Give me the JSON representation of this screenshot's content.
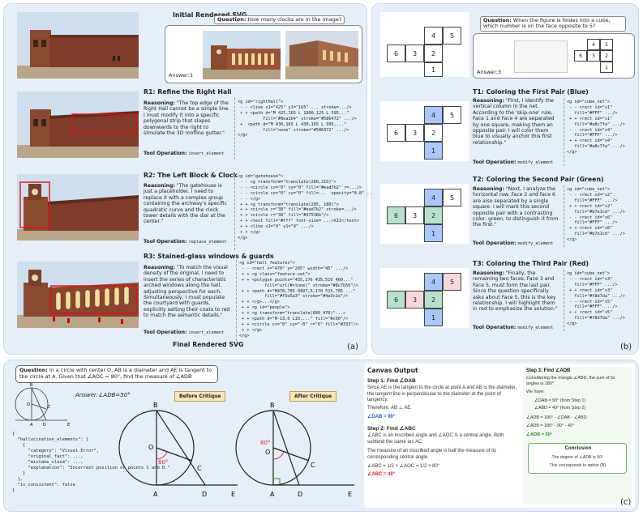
{
  "panel_a": {
    "label": "(a)",
    "initial_title": "Initial Rendered SVG",
    "final_title": "Final Rendered SVG",
    "question_label": "Question:",
    "question": "How many clocks are in the image?",
    "answer": "Answer:1",
    "rounds": [
      {
        "title": "R1: Refine the Right Hall",
        "reasoning_label": "Reasoning:",
        "reasoning": "\"The top edge of the Right Hall cannot be a simple line. I must modify it into a specific polygonal strip that slopes downwards to the right to simulate the 3D roofline gutter.\"",
        "tool_label": "Tool Operation:",
        "tool": "insert_element",
        "code": "<g id=\"rightHall\">\n - - <line x1=\"425\" y1=\"165\" ... stroke=.../>\n + + <path d=\"M 425,165 L 1000,125 L 595...\"\n          fill=\"#8ea1b4\" stroke=\"#586472\" .../>\n +  <path d=\"M 430,165 L 430,165 L 995,...\"\n          fill=\"none\" stroke=\"#586472\" .../>\n</g>"
      },
      {
        "title": "R2: The Left Block & Clock",
        "reasoning_label": "Reasoning:",
        "reasoning": "\"The gatehouse is just a placeholder. I need to replace it with a complex group containing the archway's specific quadratic curve and the clock tower details with the dial at the center.\"",
        "tool_label": "Tool Operation:",
        "tool": "replace_element",
        "code": "<g id=\"gatehouse\">\n - - <g transform=\"translate(280,210)\">\n - - <circle cx=\"0\" cy=\"0\" fill=\"#ead7b2\" r=.../>\n - - <circle cx=\"0\" cy=\"0\" fill=...  opacity=\"0.8\" .../>\n - - </g>\n + + <g transform=\"translate(285, 180)\">\n + + <circle r=\"38\" fill=\"#ead7b2\" stroke=.../>\n + + <circle r=\"30\" fill=\"#37536b\"/>\n + + <text fill=\"#fff\" font-size= ...>XII</text>\n + + <line x1=\"0\" y1=\"0\" .../>\n + + </g>\n</g>"
      },
      {
        "title": "R3: Stained-glass windows & guards",
        "reasoning_label": "Reasoning:",
        "reasoning": "\"To match the visual density of the original, I need to insert the series of characteristic arched windows along the hall, adjusting perspective for each. Simultaneously, I must populate the courtyard with guards, explicitly setting their coats to red to match the semantic details.\"",
        "tool_label": "Tool Operation:",
        "tool": "insert_element",
        "code": "<g id=\"hall_features\">\n - - <rect x=\"470\" y=\"205\" width=\"45\" .../>\n + + <g class=\"feature-set\">\n + + <polygon points=\"435,176 435,510 460...\"\n          fill=\"url(#stone)\" stroke=\"#8c7b50\"/>\n + + <path d=\"M470,705 Q497,5,170 515,705 ...\"\n          fill=\"#f5e5a3\" stroke=\"#4a3c2a\"/>\n + + </g>...</g>\n + + <g id=\"people\">\n + + <g transform=\"translate(680 470)\"...>\n + + <path d=\"M-13,0 L10,...\" fill=\"#c00\"/>\n + + <circle cx=\"0\" cy=\"-8\" r=\"6\" fill=\"#333\"/>\n + + </g>\n</g>"
      }
    ]
  },
  "panel_b": {
    "label": "(b)",
    "question_label": "Question:",
    "question": "When the figure is foldes into a cube, which number is on the face opposite to 5?",
    "answer": "Answer:3",
    "net_numbers": [
      "4",
      "5",
      "6",
      "3",
      "2",
      "1"
    ],
    "steps": [
      {
        "title": "T1: Coloring the First Pair (Blue)",
        "reasoning_label": "Reasoning:",
        "reasoning": "\"First, I identify the vertical column in the net. According to the 'skip-one' rule, Face 1 and Face 4 are separated by one square, making them an opposite pair. I will color them blue to visually anchor this first relationship.\"",
        "tool_label": "Tool Operation:",
        "tool": "modify_element",
        "code": "<g id=\"cube_net\">\n - - <rect id=\"s1\"\n   fill=\"#FFF\" .../>\n + + <rect id=\"s1\"\n   fill=\"#a8c7fa\" .../>\n - - <rect id=\"s4\"\n   fill=\"#FFF\" .../>\n + + <rect id=\"s4\"\n   fill=\"#a8c7fa\" .../>\n</g>"
      },
      {
        "title": "T2: Coloring the Second Pair (Green)",
        "reasoning_label": "Reasoning:",
        "reasoning": "\"Next, I analyze the horizontal row. Face 2 and face 6 are also separated by a single square. I will mark this second opposite pair with a contrasting color, green, to distinguish it from the first.\"",
        "tool_label": "Tool Operation:",
        "tool": "modify_element",
        "code": "<g id=\"cube_net\">\n - - <rect id=\"s2\"\n   fill=\"#FFF\" .../>\n + + <rect id=\"s2\"\n   fill=\"#b7e1cd\" .../>\n - - <rect id=\"s6\"\n   fill=\"#FFF\" .../>\n + + <rect id=\"s6\"\n   fill=\"#b7e1cd\" .../>\n</g>"
      },
      {
        "title": "T3: Coloring the Third Pair (Red)",
        "reasoning_label": "Reasoning:",
        "reasoning": "\"Finally, the remaining two faces, Face 3 and Face 5, must form the last pair. Since the question specifically asks about Face 5, this is the key relationship. I will highlight them in red to emphasize the solution.\"",
        "tool_label": "Tool Operation:",
        "tool": "modify_element",
        "code": "<g id=\"cube_net\">\n - - <rect id=\"s3\"\n   fill=\"#FFF\" .../>\n + + <rect id=\"s3\"\n   fill=\"#f8d7da\" .../>\n - - <rect id=\"s5\"\n   fill=\"#FFF\" .../>\n + + <rect id=\"s5\"\n   fill=\"#f8d7da\" .../>\n</g>"
      }
    ]
  },
  "panel_c": {
    "label": "(c)",
    "question_label": "Question:",
    "question": "In a circle with center O, AB is a diameter and AE is tangent to the circle at A. Given that ∠AOC = 80°, find the measure of ∠ADB",
    "answer": "Answer:∠ADB=50°",
    "before_tag": "Before Critique",
    "after_tag": "After Critique",
    "angle_label": "80°",
    "points": {
      "B": "B",
      "O": "O",
      "C": "C",
      "A": "A",
      "D": "D",
      "E": "E"
    },
    "json_text": "{\n  \"hallucination_elements\": [\n    {\n      \"category\": \"Visual Error\",\n      \"original_fact\": ...,\n      \"mistake_claim\": ...,\n      \"explanation\": \"Incorrect position of points C and D.\"\n    }\n  ],\n  \"is_consistent\": false\n}",
    "canvas_title": "Canvas Output",
    "canvas": {
      "s1_title": "Step 1: Find ∠DAB",
      "s1_text": "Since AE is the tangent to the circle at point A and AB is the diameter, the tangent line is perpendicular to the diameter at the point of tangency.",
      "s1_text2": "Therefore, AB ⊥ AE.",
      "s1_result": "∠DAB = 90°",
      "s2_title": "Step 2: Find ∠ABC",
      "s2_text": "∠ABC is an inscribed angle and ∠AOC is a central angle. Both subtend the same arc AC.",
      "s2_text2": "The measure of an inscribed angle is half the measure of its corresponding central angle.",
      "s2_text3": "∠ABC = 1/2 × ∠AOC = 1/2 × 80°",
      "s2_result": "∠ABC = 40°",
      "s3_title": "Step 3: Find ∠ADB",
      "s3_text": "Considering the triangle ∠ABD, the sum of its angles is 180°.",
      "s3_have": "We have:",
      "s3_b1": "∠DAB = 90° (from Step 1)",
      "s3_b2": "∠ABD = 40° (from Step 2)",
      "s3_eq1": "∠ADB = 180° - ∠DAB - ∠ABD",
      "s3_eq2": "∠ADB = 180° - 90° - 40°",
      "s3_result": "∠ADB = 50°",
      "conc_title": "Conclusion",
      "conc_text": "The degree of ∠ADB is 50°.",
      "conc_text2": "This corresponds to option (B)."
    }
  }
}
